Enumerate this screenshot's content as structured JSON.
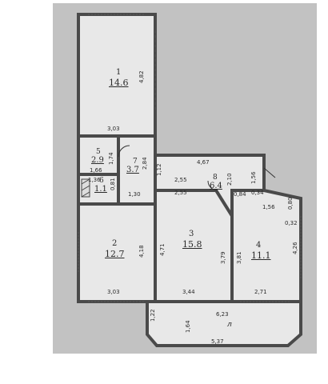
{
  "rooms": [
    {
      "number": "1",
      "area": "14.6"
    },
    {
      "number": "2",
      "area": "12.7"
    },
    {
      "number": "3",
      "area": "15.8"
    },
    {
      "number": "4",
      "area": "11.1"
    },
    {
      "number": "5",
      "area": "2.9"
    },
    {
      "number": "6",
      "area": "1.1"
    },
    {
      "number": "7",
      "area": "3.7"
    },
    {
      "number": "8",
      "area": "6.4"
    }
  ],
  "balcony_label": "л",
  "dimensions": {
    "r1_height": "4,82",
    "r1_width": "3,03",
    "r5_height": "1,74",
    "r5_width": "1,66",
    "r7_height": "2,84",
    "r6_width": "1,36",
    "r6_height": "0,81",
    "r7_width": "1,30",
    "hall_top": "4,67",
    "hall_left": "1,12",
    "hall_width": "2,55",
    "hall_height": "2,10",
    "hall_right": "1,56",
    "hall_bottom": "2,55",
    "door_w": "0,84",
    "door_gap": "0,34",
    "r4_notch_w": "1,56",
    "r4_notch_a": "0,80",
    "r4_notch_b": "0,32",
    "r2_height": "4,18",
    "r2_width": "3,03",
    "r3_left": "4,71",
    "r3_right": "3,79",
    "r3_width": "3,44",
    "r4_left": "3,81",
    "r4_right": "4,26",
    "r4_width": "2,71",
    "balcony_h1": "1,22",
    "balcony_h2": "1,64",
    "balcony_top": "6,23",
    "balcony_bottom": "5,37"
  }
}
